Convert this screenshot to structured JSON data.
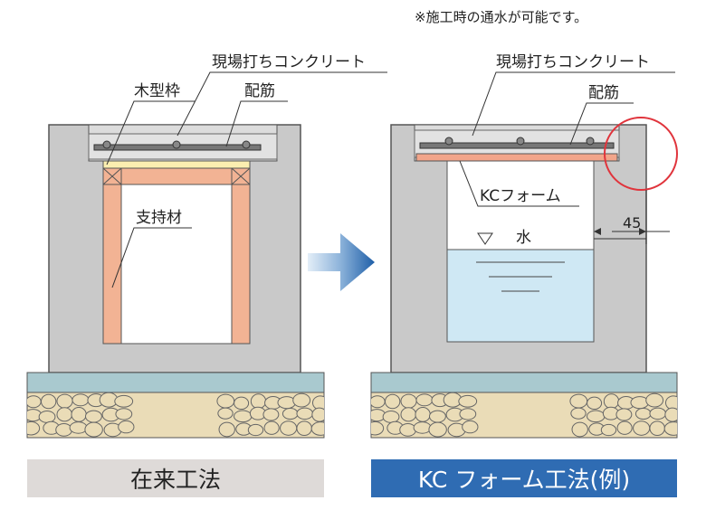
{
  "note": "※施工時の通水が可能です。",
  "left": {
    "label_concrete": "現場打ちコンクリート",
    "label_formwork": "木型枠",
    "label_rebar": "配筋",
    "label_support": "支持材",
    "caption": "在来工法"
  },
  "right": {
    "label_concrete": "現場打ちコンクリート",
    "label_rebar": "配筋",
    "label_kcform": "KCフォーム",
    "label_water": "水",
    "dimension": "45",
    "caption": "KC フォーム工法(例)"
  },
  "colors": {
    "concrete": "#c9c9c9",
    "slab": "#d9d9d9",
    "formwork_yellow": "#fbeeb0",
    "support_orange": "#f2b394",
    "kc_orange": "#f2a58a",
    "water": "#cfe8f4",
    "base_blue": "#a9c9cf",
    "gravel": "#eadcb7",
    "arrow_blue": "#2f6cb3",
    "highlight_red": "#e0343c",
    "caption_left_bg": "#dedad8",
    "caption_right_bg": "#2f6cb3"
  }
}
